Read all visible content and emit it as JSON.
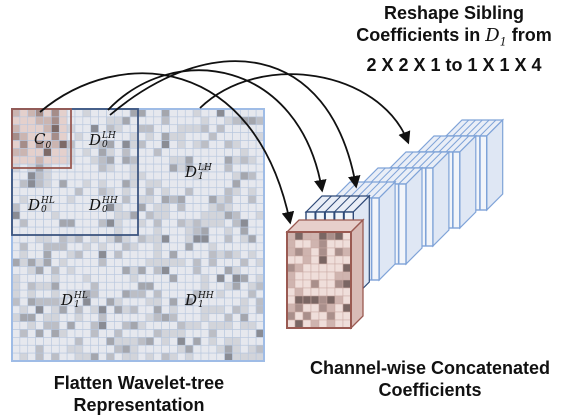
{
  "captions": {
    "reshape_line1": "Reshape Sibling",
    "reshape_line2_prefix": "Coefficients in",
    "reshape_symbol": "D",
    "reshape_symbol_sub": "1",
    "reshape_line2_suffix": "from",
    "reshape_line3": "2 X 2 X 1 to 1 X 1 X 4",
    "flatten_line1": "Flatten Wavelet-tree",
    "flatten_line2": "Representation",
    "concat_line1": "Channel-wise Concatenated",
    "concat_line2": "Coefficients"
  },
  "subbands": {
    "c0": {
      "base": "C",
      "sub": "0"
    },
    "d0_lh": {
      "base": "D",
      "sub": "0",
      "sup": "LH"
    },
    "d0_hl": {
      "base": "D",
      "sub": "0",
      "sup": "HL"
    },
    "d0_hh": {
      "base": "D",
      "sub": "0",
      "sup": "HH"
    },
    "d1_lh": {
      "base": "D",
      "sub": "1",
      "sup": "LH"
    },
    "d1_hl": {
      "base": "D",
      "sub": "1",
      "sup": "HL"
    },
    "d1_hh": {
      "base": "D",
      "sub": "1",
      "sup": "HH"
    }
  },
  "colors": {
    "grid_line": "#b8c7de",
    "cell_light": "#e6e8ee",
    "c0_border": "#9a5a52",
    "d0_border": "#3d5580",
    "d1_border": "#9fbce6",
    "arrow": "#111111",
    "c0_tint": "#e9d3cf",
    "d0_tint": "#2f4a78",
    "d1_tint": "#a9c4ea"
  },
  "icons": [
    "curved-arrow-icon"
  ]
}
